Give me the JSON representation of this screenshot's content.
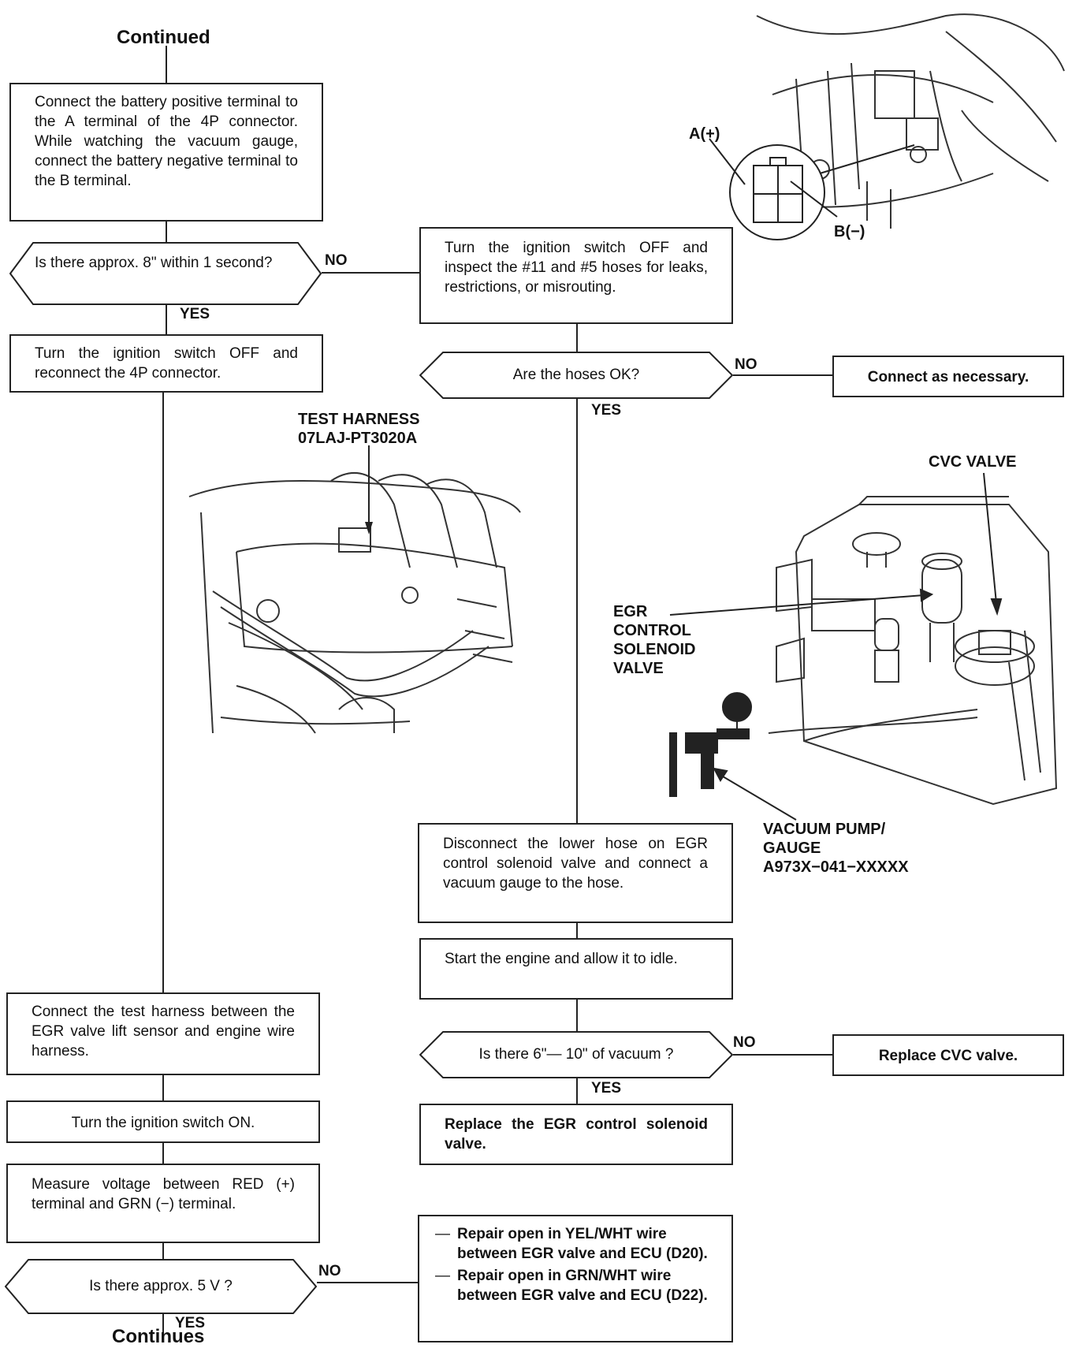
{
  "top_title": "Continued",
  "bottom_title": "Continues",
  "boxes": {
    "connect_battery": "Connect the battery positive terminal to the A terminal of the 4P connector. While watching the vacuum gauge, connect the battery negative terminal to the B terminal.",
    "q_8in": "Is there approx. 8\" within 1 second?",
    "turn_off_reconnect": "Turn the ignition switch OFF and reconnect the 4P connector.",
    "inspect_hoses": "Turn the ignition switch OFF and inspect the #11 and #5 hoses for leaks, restrictions, or misrouting.",
    "q_hoses_ok": "Are the hoses OK?",
    "connect_necessary": "Connect as necessary.",
    "disconnect_hose": "Disconnect the lower hose on EGR control solenoid valve and connect a vacuum gauge to the hose.",
    "start_engine": "Start the engine and allow it to idle.",
    "q_6_10": "Is there 6\"— 10\" of vacuum ?",
    "replace_cvc": "Replace CVC valve.",
    "replace_egr": "Replace the EGR control solenoid valve.",
    "connect_harness": "Connect the test harness between the EGR valve lift sensor and engine wire harness.",
    "ignition_on": "Turn the ignition switch ON.",
    "measure_voltage": "Measure voltage between RED (+) terminal and GRN (−) terminal.",
    "q_5v": "Is there approx. 5 V ?",
    "repair_1": "Repair open in YEL/WHT wire between EGR valve and ECU (D20).",
    "repair_2": "Repair open in GRN/WHT wire between EGR valve and ECU (D22)."
  },
  "labels": {
    "no": "NO",
    "yes": "YES",
    "a_plus": "A(+)",
    "b_minus": "B(−)",
    "test_harness_1": "TEST HARNESS",
    "test_harness_2": "07LAJ-PT3020A",
    "cvc_valve": "CVC VALVE",
    "egr_1": "EGR",
    "egr_2": "CONTROL",
    "egr_3": "SOLENOID",
    "egr_4": "VALVE",
    "vac_1": "VACUUM PUMP/",
    "vac_2": "GAUGE",
    "vac_3": "A973X−041−XXXXX"
  }
}
